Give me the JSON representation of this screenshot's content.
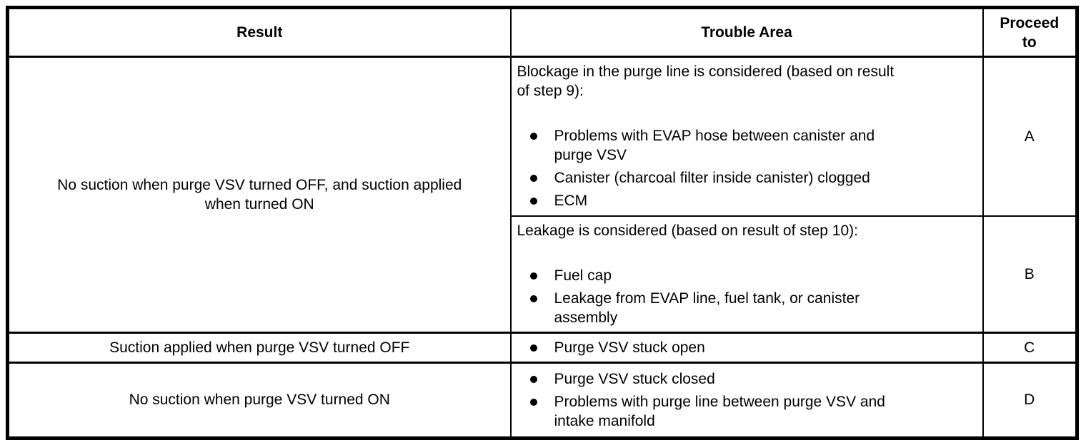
{
  "table": {
    "headers": {
      "result": "Result",
      "trouble_area": "Trouble Area",
      "proceed_to": "Proceed to"
    },
    "rows": [
      {
        "result": "No suction when purge VSV turned OFF, and suction applied\nwhen turned ON",
        "trouble_groups": [
          {
            "lead": "Blockage in the purge line is considered (based on result\nof step 9):",
            "bullets": [
              "Problems with EVAP hose between canister and\npurge VSV",
              "Canister (charcoal filter inside canister) clogged",
              "ECM"
            ],
            "proceed_to": "A"
          },
          {
            "lead": "Leakage is considered (based on result of step 10):",
            "bullets": [
              "Fuel cap",
              "Leakage from EVAP line, fuel tank, or canister\nassembly"
            ],
            "proceed_to": "B"
          }
        ]
      },
      {
        "result": "Suction applied when purge VSV turned OFF",
        "bullets": [
          "Purge VSV stuck open"
        ],
        "proceed_to": "C"
      },
      {
        "result": "No suction when purge VSV turned ON",
        "bullets": [
          "Purge VSV stuck closed",
          "Problems with purge line between purge VSV and\nintake manifold"
        ],
        "proceed_to": "D"
      }
    ],
    "colors": {
      "border": "#000000",
      "text": "#000000",
      "background": "#ffffff"
    }
  }
}
